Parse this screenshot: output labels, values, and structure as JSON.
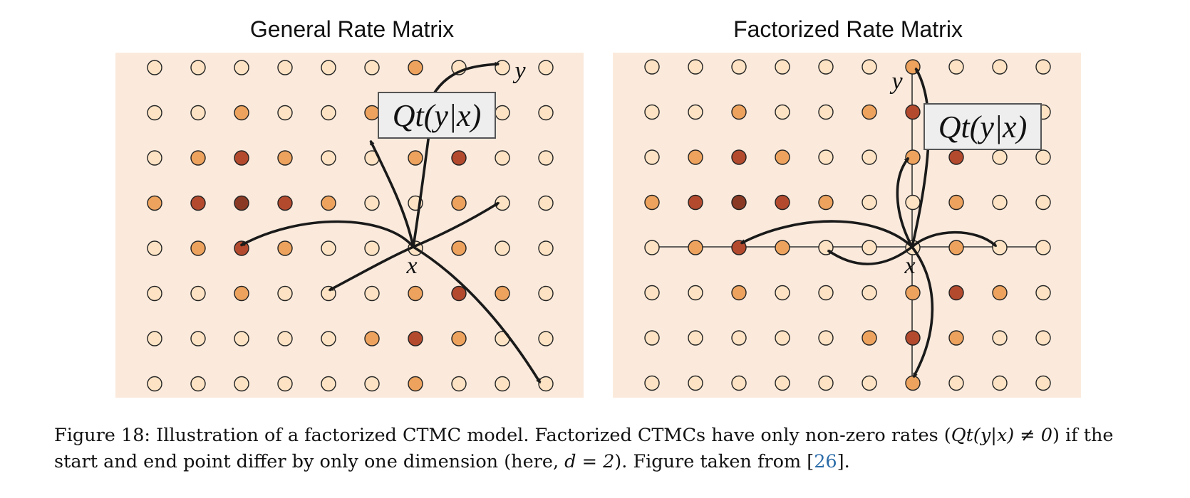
{
  "figure": {
    "left_panel": {
      "title": "General Rate Matrix"
    },
    "right_panel": {
      "title": "Factorized Rate Matrix"
    },
    "label_box": "Qt(y|x)",
    "label_x": "x",
    "label_y": "y",
    "colors": {
      "panel_bg": "#fbeadc",
      "light": "#fde3c3",
      "medium": "#eda35e",
      "dark": "#b34a2e",
      "darkest": "#8a3a24"
    },
    "grid_left": [
      "LLLLLLMLLL",
      "LLMLLMLLLL",
      "LMDMLLMDLL",
      "MDXDMLLMLL",
      "LMDMLLLMLL",
      "LLMLLLMDML",
      "LLLLLMDMLL",
      "LLLLLLMLLL"
    ],
    "grid_right": [
      "LLLLLLMLLL",
      "LLMLLMDLLL",
      "LMDMLLMDLL",
      "MDXDMLLMLL",
      "LMDMLLLMLL",
      "LLMLLLMDML",
      "LLLLLMDMLL",
      "LLLLLLMLLL"
    ]
  },
  "caption": {
    "prefix": "Figure 18: Illustration of a factorized CTMC model. Factorized CTMCs have only non-zero rates (",
    "math_rate": "Qt(y|x) ≠ 0",
    "middle": ") if the start and end point differ by only one dimension (here, ",
    "math_dim": "d = 2",
    "after_dim": "). Figure taken from [",
    "ref": "26",
    "suffix": "]."
  }
}
